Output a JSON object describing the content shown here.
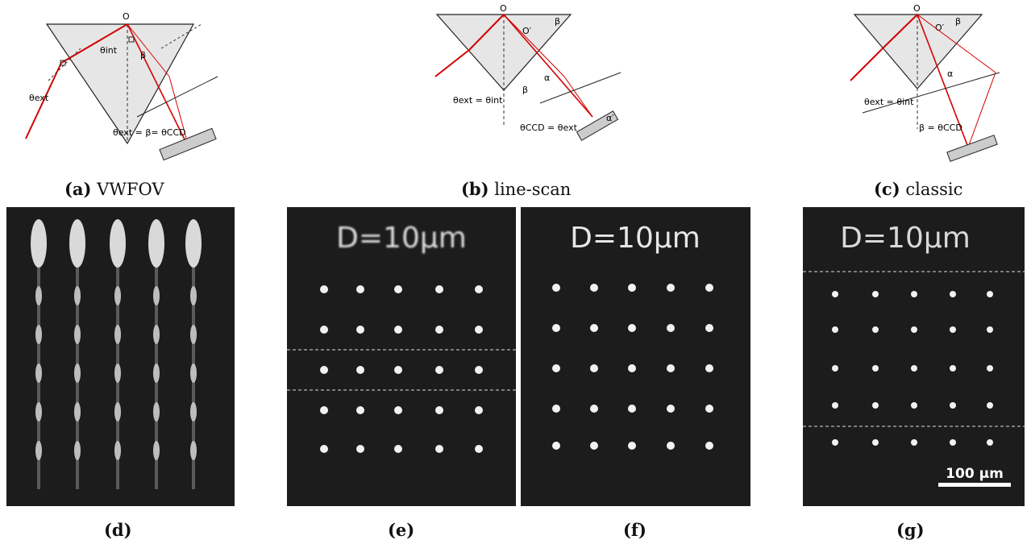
{
  "captions": {
    "a": {
      "tag": "(a)",
      "text": "VWFOV"
    },
    "b": {
      "tag": "(b)",
      "text": "line-scan"
    },
    "c": {
      "tag": "(c)",
      "text": "classic"
    },
    "d": {
      "tag": "(d)"
    },
    "e": {
      "tag": "(e)"
    },
    "f": {
      "tag": "(f)"
    },
    "g": {
      "tag": "(g)"
    }
  },
  "diagram_a": {
    "o": "O",
    "theta_int": "θint",
    "theta_ext": "θext",
    "equation": "θext = β= θCCD",
    "beta": "β"
  },
  "diagram_b": {
    "o": "O",
    "o_prime": "O′",
    "beta_top": "β",
    "beta_mid": "β",
    "alpha": "α",
    "alpha_prime": "α′",
    "eq1": "θext = θint",
    "eq2": "θCCD = θext"
  },
  "diagram_c": {
    "o": "O",
    "o_prime": "O′",
    "beta_top": "β",
    "alpha": "α",
    "eq1": "θext = θint",
    "eq2": "β = θCCD"
  },
  "photos": {
    "e_label": "D=10µm",
    "f_label": "D=10µm",
    "g_label": "D=10µm",
    "scale_bar": "100 µm"
  }
}
